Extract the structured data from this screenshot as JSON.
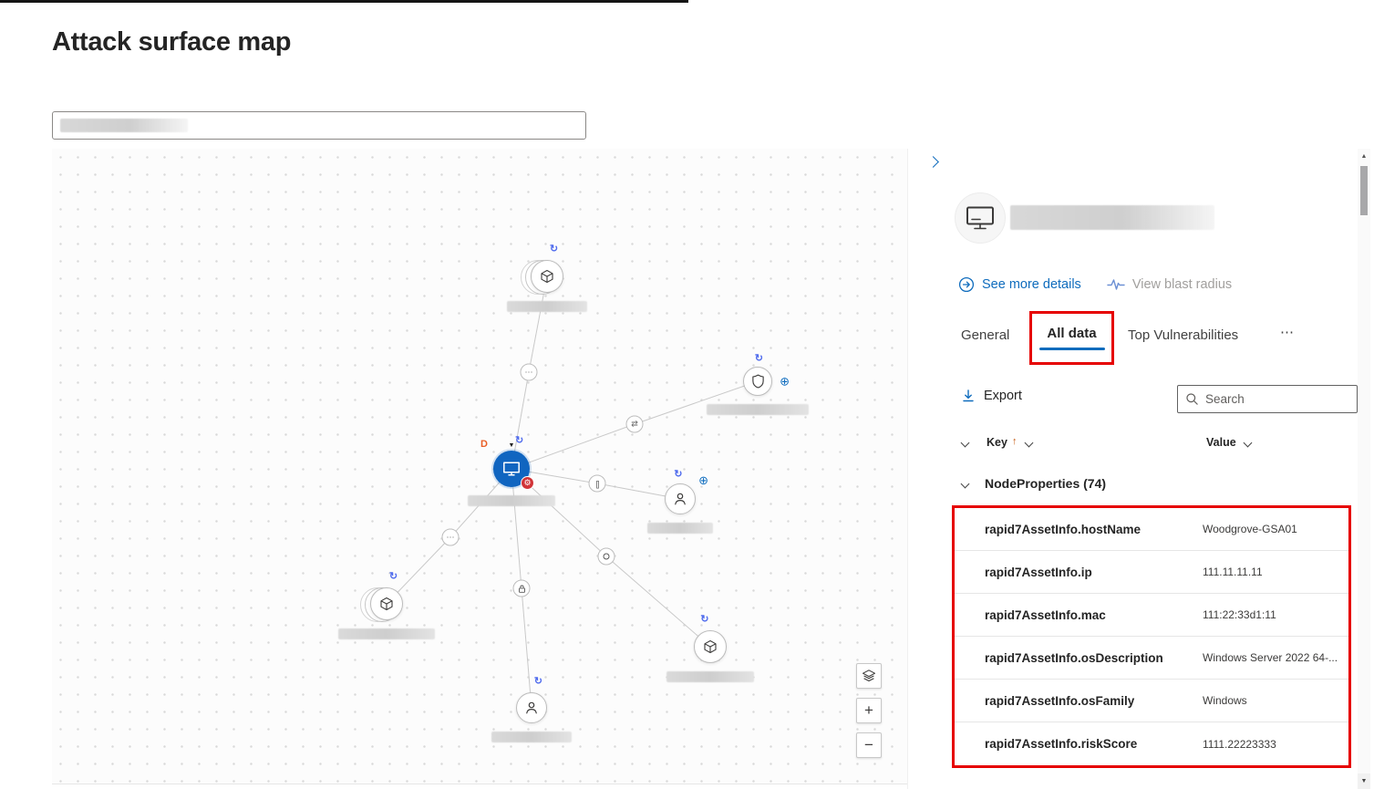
{
  "page": {
    "title": "Attack surface map"
  },
  "colors": {
    "accent": "#0f6cbd",
    "annotation_red": "#e60000",
    "selected_node_blue": "#1065c0",
    "alert_red": "#d13438",
    "rapid7_orange": "#e95f26"
  },
  "icons": {
    "swirl": "↻",
    "plus": "⊕",
    "gear": "⚙",
    "dots": "⋯",
    "swap": "⇄",
    "brackets": "[]",
    "rapid7": "D",
    "arrow_down": "▼",
    "sort_asc": "↑",
    "overflow": "⋯",
    "scroll_up": "▲",
    "scroll_down": "▼"
  },
  "canvas": {
    "zoom_in": "+",
    "zoom_out": "−"
  },
  "details": {
    "actions": {
      "see_more": "See more details",
      "blast_radius": "View blast radius"
    },
    "tabs": [
      {
        "label": "General"
      },
      {
        "label": "All data"
      },
      {
        "label": "Top Vulnerabilities"
      }
    ],
    "export_label": "Export",
    "search_placeholder": "Search",
    "columns": {
      "key": "Key",
      "value": "Value"
    },
    "section_label": "NodeProperties (74)",
    "rows": [
      {
        "key": "rapid7AssetInfo.hostName",
        "value": "Woodgrove-GSA01"
      },
      {
        "key": "rapid7AssetInfo.ip",
        "value": "111.11.11.11"
      },
      {
        "key": "rapid7AssetInfo.mac",
        "value": "111:22:33d1:11"
      },
      {
        "key": "rapid7AssetInfo.osDescription",
        "value": "Windows Server 2022 64-..."
      },
      {
        "key": "rapid7AssetInfo.osFamily",
        "value": "Windows"
      },
      {
        "key": "rapid7AssetInfo.riskScore",
        "value": "1111.22223333"
      }
    ]
  }
}
